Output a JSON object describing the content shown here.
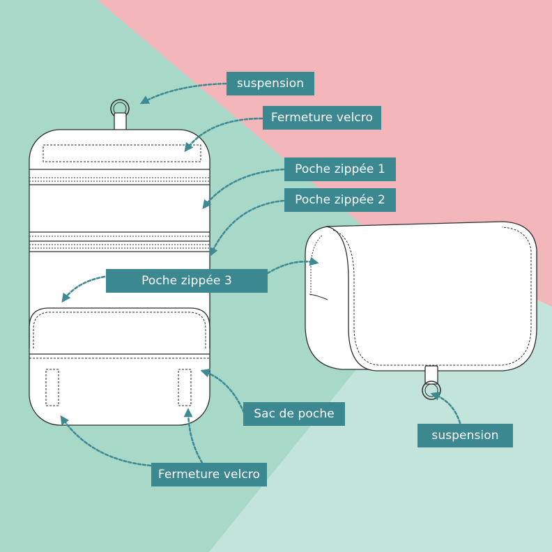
{
  "colors": {
    "mint": "#a8d8c8",
    "pink": "#f3b6ba",
    "pale_mint": "#c3e4da",
    "label_bg": "#3b8890",
    "arrow": "#3d8a93",
    "line": "#2b2b2b",
    "fill": "#ffffff"
  },
  "labels": {
    "suspension_top": "suspension",
    "velcro_top": "Fermeture velcro",
    "zip1": "Poche zippée 1",
    "zip2": "Poche zippée 2",
    "zip3": "Poche zippée 3",
    "sac": "Sac de poche",
    "velcro_bottom": "Fermeture velcro",
    "suspension_right": "suspension"
  }
}
